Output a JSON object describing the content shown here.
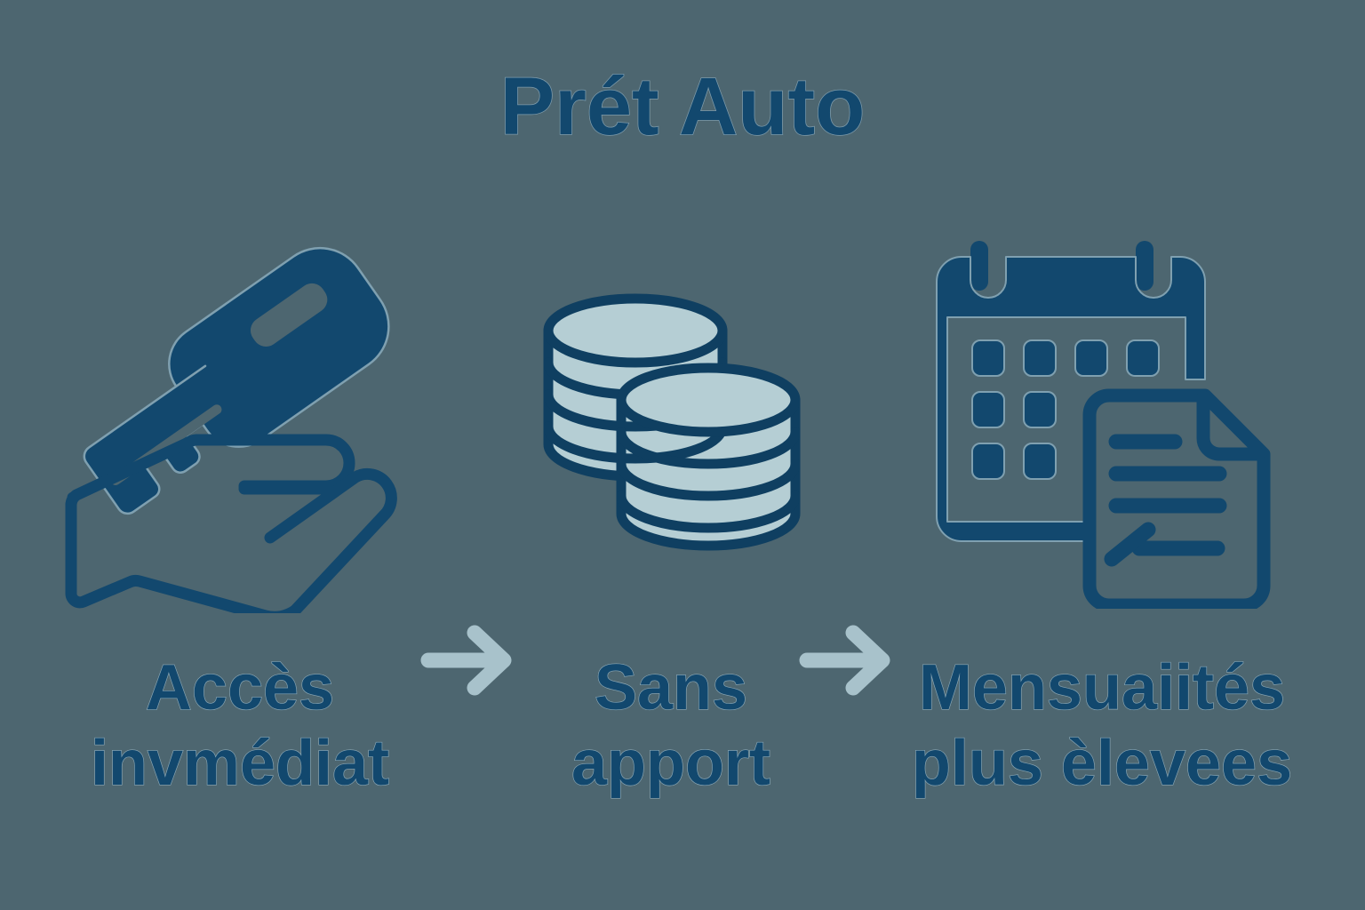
{
  "theme": {
    "background": "#4d6670",
    "primary_navy": "#12486e",
    "coin_fill": "#b5ced4",
    "arrow_color": "#a8c2cb",
    "text_halo": "#8aa7b5"
  },
  "header": {
    "title": "Prét Auto"
  },
  "steps": [
    {
      "icon": "hand-holding-key-icon",
      "caption_lines": [
        "Accès",
        "invmédiat"
      ],
      "caption_full": "Accès invmédiat"
    },
    {
      "icon": "coin-stack-icon",
      "caption_lines": [
        "Sans",
        "apport"
      ],
      "caption_full": "Sans apport"
    },
    {
      "icon": "calendar-document-icon",
      "caption_lines": [
        "Mensuaiités",
        "plus èlevees"
      ],
      "caption_full": "Mensuaiités plus èlevees"
    }
  ],
  "connectors": [
    {
      "icon": "arrow-right-icon"
    },
    {
      "icon": "arrow-right-icon"
    }
  ]
}
